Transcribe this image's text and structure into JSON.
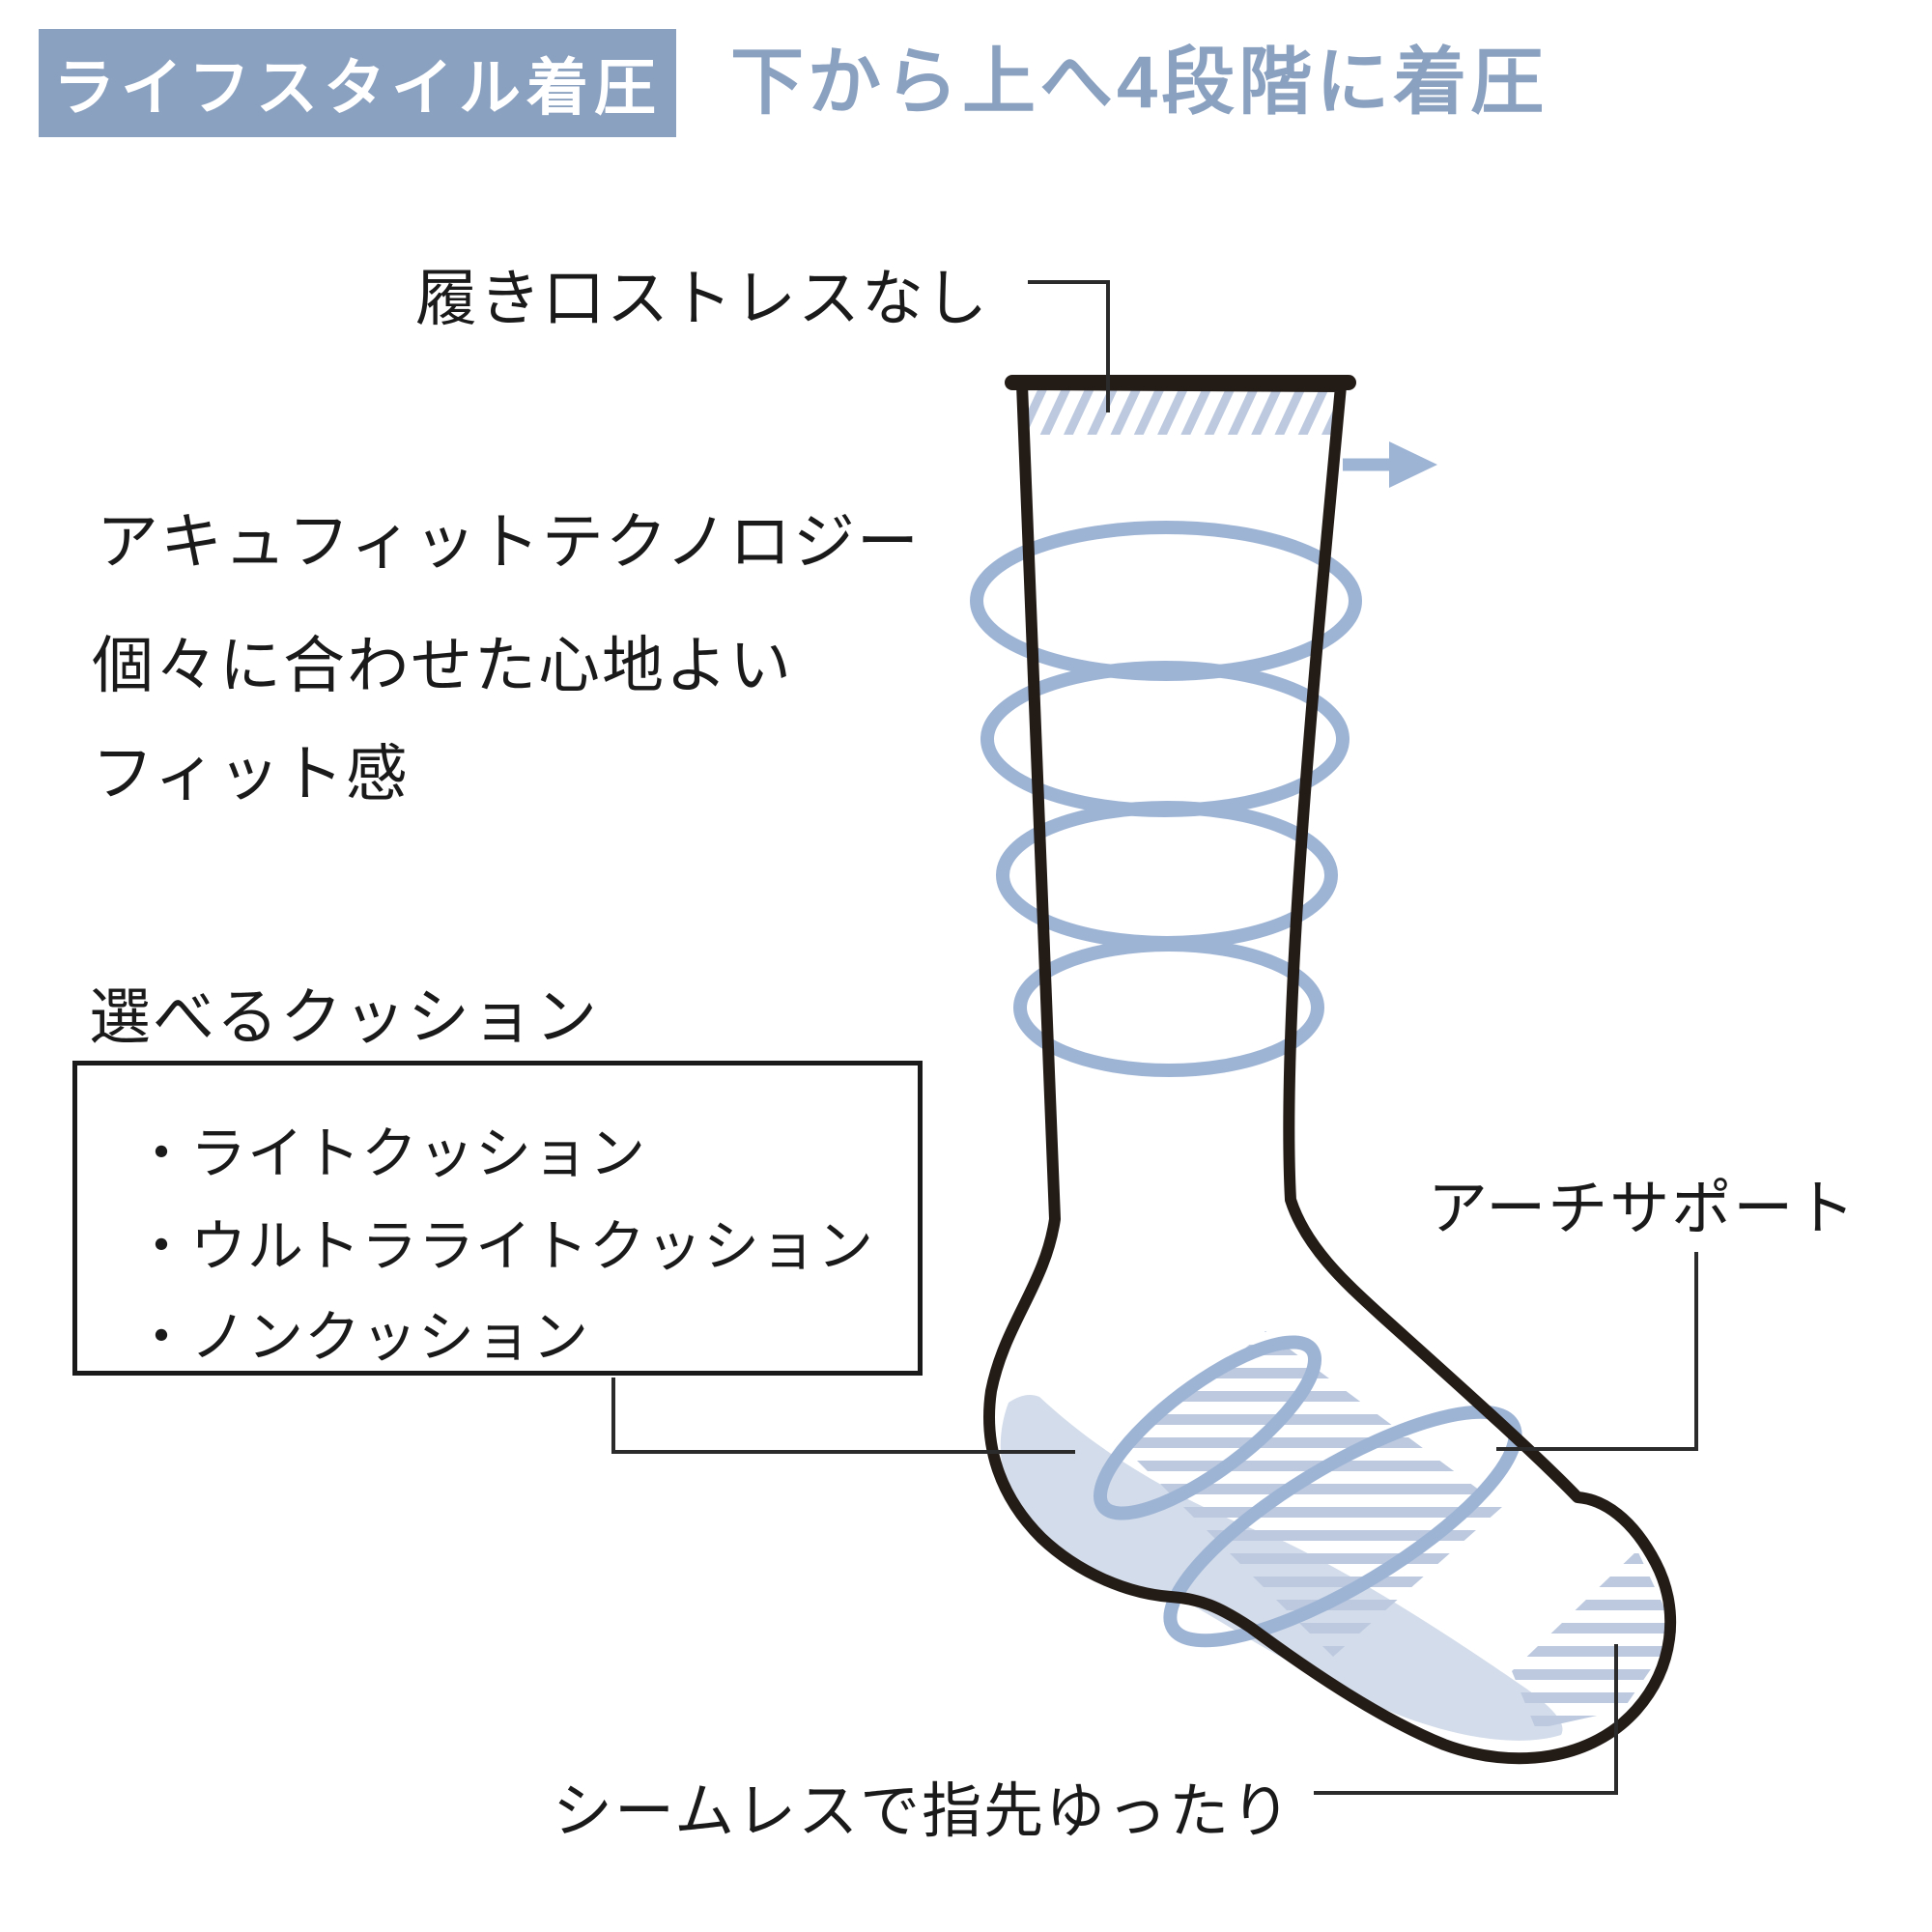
{
  "header": {
    "badge": "ライフスタイル着圧",
    "subtitle": "下から上へ4段階に着圧"
  },
  "annotations": {
    "cuff_label": "履き口ストレスなし",
    "tech_lines": [
      "アキュフィットテクノロジー",
      "個々に合わせた心地よい",
      "フィット感"
    ],
    "cushion_title": "選べるクッション",
    "cushion_items": [
      "・ライトクッション",
      "・ウルトラライトクッション",
      "・ノンクッション"
    ],
    "arch_label": "アーチサポート",
    "toe_label": "シームレスで指先ゆったり"
  },
  "diagram": {
    "subject": "knee-high compression sock side view",
    "compression_bands": 4,
    "direction_arrow": "right",
    "zones": [
      "cuff-hatch",
      "arch-support-hatch",
      "toe-seamless-hatch",
      "sole-cushion"
    ]
  },
  "colors": {
    "badge_bg": "#8BA1C0",
    "subtitle_text": "#8BA1C0",
    "band_blue": "#9EB4D5",
    "hatch_blue": "#BCC9DF",
    "sole_fill": "#D3DCEA",
    "outline": "#231B16",
    "text": "#1A1A1A",
    "leader_line": "#2B2B2B"
  }
}
